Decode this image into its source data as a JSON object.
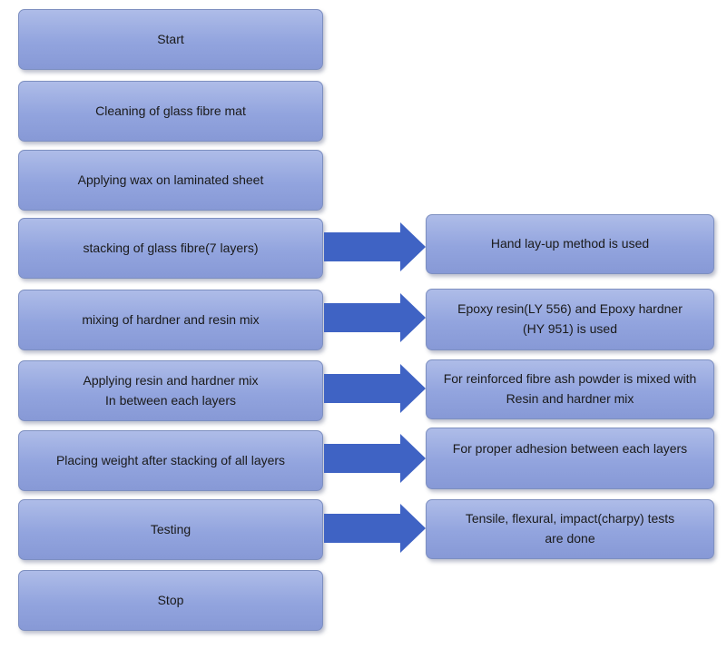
{
  "flow_steps": [
    {
      "id": "start",
      "label": "Start"
    },
    {
      "id": "cleaning",
      "label": "Cleaning of glass fibre mat"
    },
    {
      "id": "wax",
      "label": "Applying wax on laminated sheet"
    },
    {
      "id": "stacking",
      "label": "stacking of glass fibre(7 layers)"
    },
    {
      "id": "mixing",
      "label": "mixing of hardner and resin  mix"
    },
    {
      "id": "applying-resin",
      "label": "Applying resin and hardner mix\nIn between each layers"
    },
    {
      "id": "placing-weight",
      "label": "Placing weight after stacking of all layers"
    },
    {
      "id": "testing",
      "label": "Testing"
    },
    {
      "id": "stop",
      "label": "Stop"
    }
  ],
  "side_notes": [
    {
      "step": "stacking",
      "label": "Hand lay-up method is used"
    },
    {
      "step": "mixing",
      "label": "Epoxy resin(LY 556) and Epoxy hardner\n(HY 951) is used"
    },
    {
      "step": "applying-resin",
      "label": "For reinforced fibre ash powder is mixed with\nResin and hardner mix"
    },
    {
      "step": "placing-weight",
      "label": "For proper adhesion between each layers"
    },
    {
      "step": "testing",
      "label": "Tensile, flexural, impact(charpy) tests\nare done"
    }
  ],
  "colors": {
    "box_fill": "#92a4de",
    "box_border": "#7d8fc0",
    "arrow_fill": "#3f63c4"
  }
}
